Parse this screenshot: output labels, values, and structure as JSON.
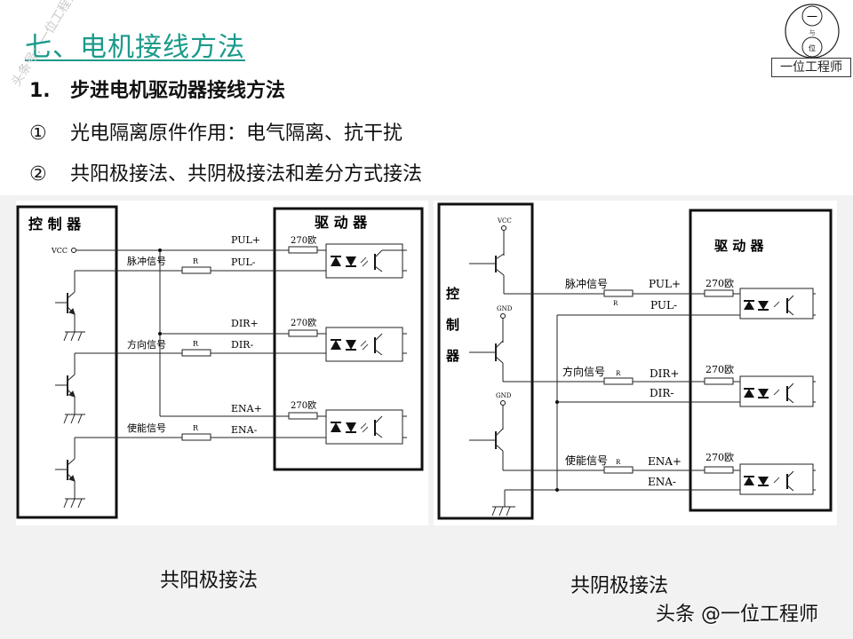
{
  "slide": {
    "title": "七、电机接线方法",
    "heading_num": "1.",
    "heading": "步进电机驱动器接线方法",
    "items": [
      {
        "marker": "①",
        "text": "光电隔离原件作用：电气隔离、抗干扰"
      },
      {
        "marker": "②",
        "text": "共阳极接法、共阴极接法和差分方式接法"
      }
    ],
    "accent_color": "#1a9a8a"
  },
  "logo": {
    "top_char": "一",
    "mid_char": "与",
    "bottom_char": "位",
    "label": "一位工程师"
  },
  "watermark_diag": "头条号：一位工程师",
  "diagrams": {
    "left": {
      "controller_label": "控 制 器",
      "driver_label": "驱 动 器",
      "vcc": "VCC",
      "resistor": "R",
      "driver_resistor": "270欧",
      "signals": [
        {
          "name": "脉冲信号",
          "plus": "PUL+",
          "minus": "PUL-"
        },
        {
          "name": "方向信号",
          "plus": "DIR+",
          "minus": "DIR-"
        },
        {
          "name": "使能信号",
          "plus": "ENA+",
          "minus": "ENA-"
        }
      ],
      "caption": "共阳极接法"
    },
    "right": {
      "controller_label": [
        "控",
        "制",
        "器"
      ],
      "driver_label": "驱 动 器",
      "vcc": "VCC",
      "gnd": "GND",
      "resistor": "R",
      "driver_resistor": "270欧",
      "signals": [
        {
          "name": "脉冲信号",
          "plus": "PUL+",
          "minus": "PUL-"
        },
        {
          "name": "方向信号",
          "plus": "DIR+",
          "minus": "DIR-"
        },
        {
          "name": "使能信号",
          "plus": "ENA+",
          "minus": "ENA-"
        }
      ],
      "caption": "共阴极接法"
    }
  },
  "footer_watermark": "头条 @一位工程师"
}
